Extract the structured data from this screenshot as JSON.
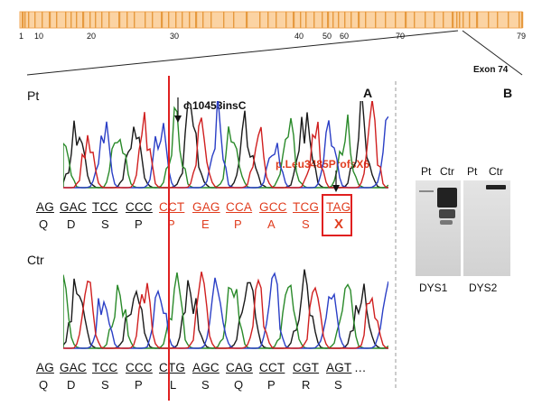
{
  "exon_map": {
    "tick_labels": [
      "1",
      "10",
      "20",
      "30",
      "40",
      "50",
      "60",
      "70",
      "79"
    ],
    "exon_label": "Exon 74",
    "bar_color": "#f7b46b",
    "tick_color": "#e69a3f"
  },
  "panel_a": {
    "letter": "A",
    "pt_label": "Pt",
    "ctr_label": "Ctr",
    "mutation_label": "c.10453insC",
    "protein_label": "p.Leu3485ProfsX6",
    "pt_codons": [
      "AG",
      "GAC",
      "TCC",
      "CCC",
      "CCT",
      "GAG",
      "CCA",
      "GCC",
      "TCG",
      "TAG"
    ],
    "pt_aa": [
      "Q",
      "D",
      "S",
      "P",
      "P",
      "E",
      "P",
      "A",
      "S",
      "X"
    ],
    "ctr_codons": [
      "AG",
      "GAC",
      "TCC",
      "CCC",
      "CTG",
      "AGC",
      "CAG",
      "CCT",
      "CGT",
      "AGT"
    ],
    "ctr_ellipsis": "…",
    "ctr_aa": [
      "Q",
      "D",
      "S",
      "P",
      "L",
      "S",
      "Q",
      "P",
      "R",
      "S"
    ],
    "highlight_color": "#e03c1e"
  },
  "panel_b": {
    "letter": "B",
    "blot1": {
      "lanes": [
        "Pt",
        "Ctr"
      ],
      "label": "DYS1"
    },
    "blot2": {
      "lanes": [
        "Pt",
        "Ctr"
      ],
      "label": "DYS2"
    }
  }
}
